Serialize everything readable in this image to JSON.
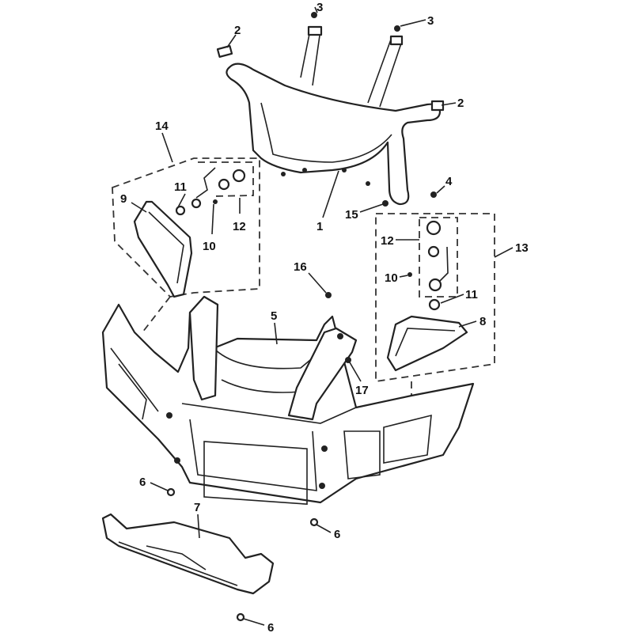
{
  "callouts": [
    {
      "id": "c3a",
      "text": "3"
    },
    {
      "id": "c3b",
      "text": "3"
    },
    {
      "id": "c2a",
      "text": "2"
    },
    {
      "id": "c2b",
      "text": "2"
    },
    {
      "id": "c14",
      "text": "14"
    },
    {
      "id": "c11a",
      "text": "11"
    },
    {
      "id": "c9",
      "text": "9"
    },
    {
      "id": "c12a",
      "text": "12"
    },
    {
      "id": "c10a",
      "text": "10"
    },
    {
      "id": "c4",
      "text": "4"
    },
    {
      "id": "c15",
      "text": "15"
    },
    {
      "id": "c1",
      "text": "1"
    },
    {
      "id": "c12b",
      "text": "12"
    },
    {
      "id": "c13",
      "text": "13"
    },
    {
      "id": "c16",
      "text": "16"
    },
    {
      "id": "c10b",
      "text": "10"
    },
    {
      "id": "c11b",
      "text": "11"
    },
    {
      "id": "c5",
      "text": "5"
    },
    {
      "id": "c8",
      "text": "8"
    },
    {
      "id": "c17",
      "text": "17"
    },
    {
      "id": "c6a",
      "text": "6"
    },
    {
      "id": "c7",
      "text": "7"
    },
    {
      "id": "c6b",
      "text": "6"
    },
    {
      "id": "c6c",
      "text": "6"
    }
  ]
}
